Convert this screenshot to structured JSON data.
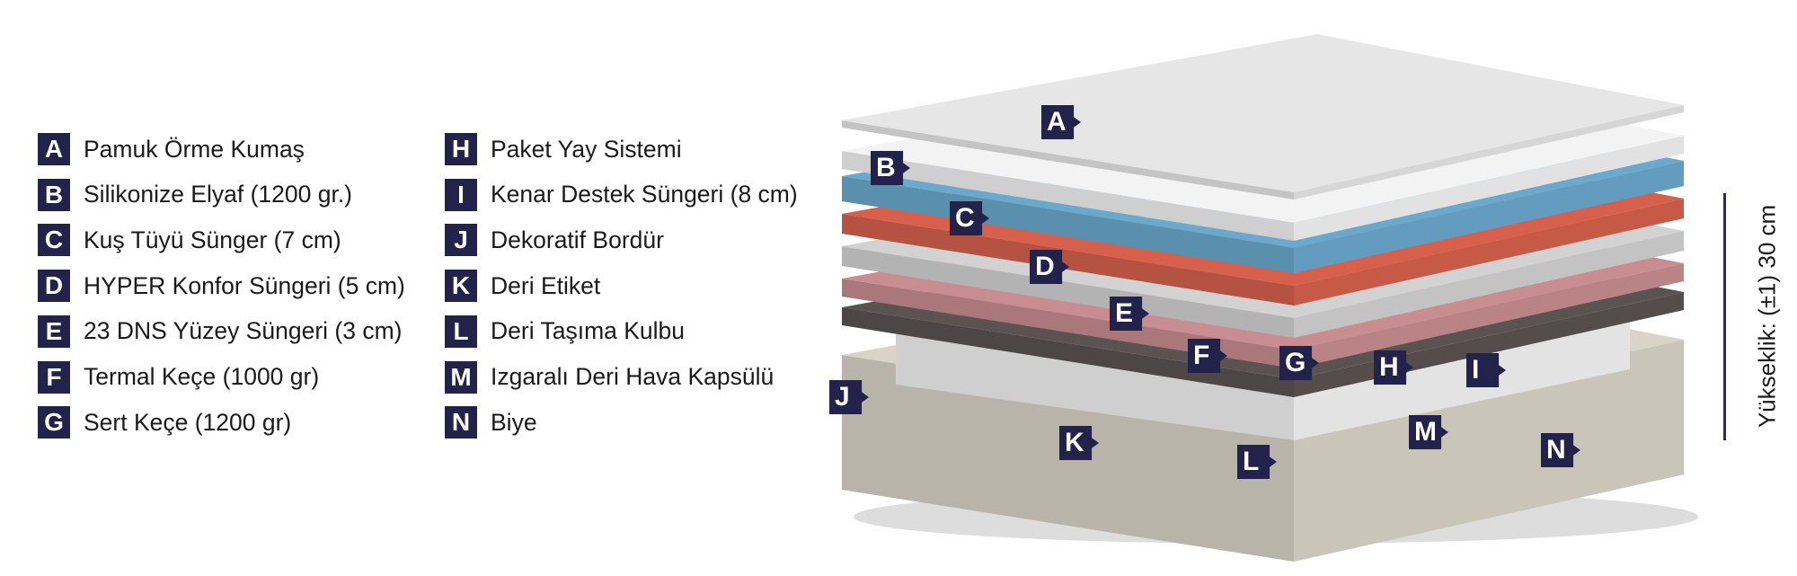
{
  "legend": [
    {
      "key": "A",
      "label": "Pamuk Örme Kumaş"
    },
    {
      "key": "B",
      "label": "Silikonize Elyaf (1200 gr.)"
    },
    {
      "key": "C",
      "label": "Kuş Tüyü Sünger (7 cm)"
    },
    {
      "key": "D",
      "label": "HYPER Konfor Süngeri (5 cm)"
    },
    {
      "key": "E",
      "label": "23 DNS Yüzey Süngeri (3 cm)"
    },
    {
      "key": "F",
      "label": "Termal Keçe (1000 gr)"
    },
    {
      "key": "G",
      "label": "Sert Keçe (1200 gr)"
    },
    {
      "key": "H",
      "label": "Paket Yay Sistemi"
    },
    {
      "key": "I",
      "label": "Kenar Destek Süngeri (8 cm)"
    },
    {
      "key": "J",
      "label": "Dekoratif Bordür"
    },
    {
      "key": "K",
      "label": "Deri Etiket"
    },
    {
      "key": "L",
      "label": "Deri Taşıma Kulbu"
    },
    {
      "key": "M",
      "label": "Izgaralı Deri Hava Kapsülü"
    },
    {
      "key": "N",
      "label": "Biye"
    }
  ],
  "height_label": "Yükseklik: (±1) 30 cm",
  "colors": {
    "accent": "#22224a",
    "fabric": "#e6e6e6",
    "fiber": "#f3f3f3",
    "blue_foam": "#6aa8cc",
    "red_foam": "#d6604c",
    "grey_foam": "#d2d2d2",
    "pink_felt": "#c88d90",
    "dark_felt": "#5b5252",
    "springs": "#f4f4f4",
    "base": "#d9d4c7"
  }
}
